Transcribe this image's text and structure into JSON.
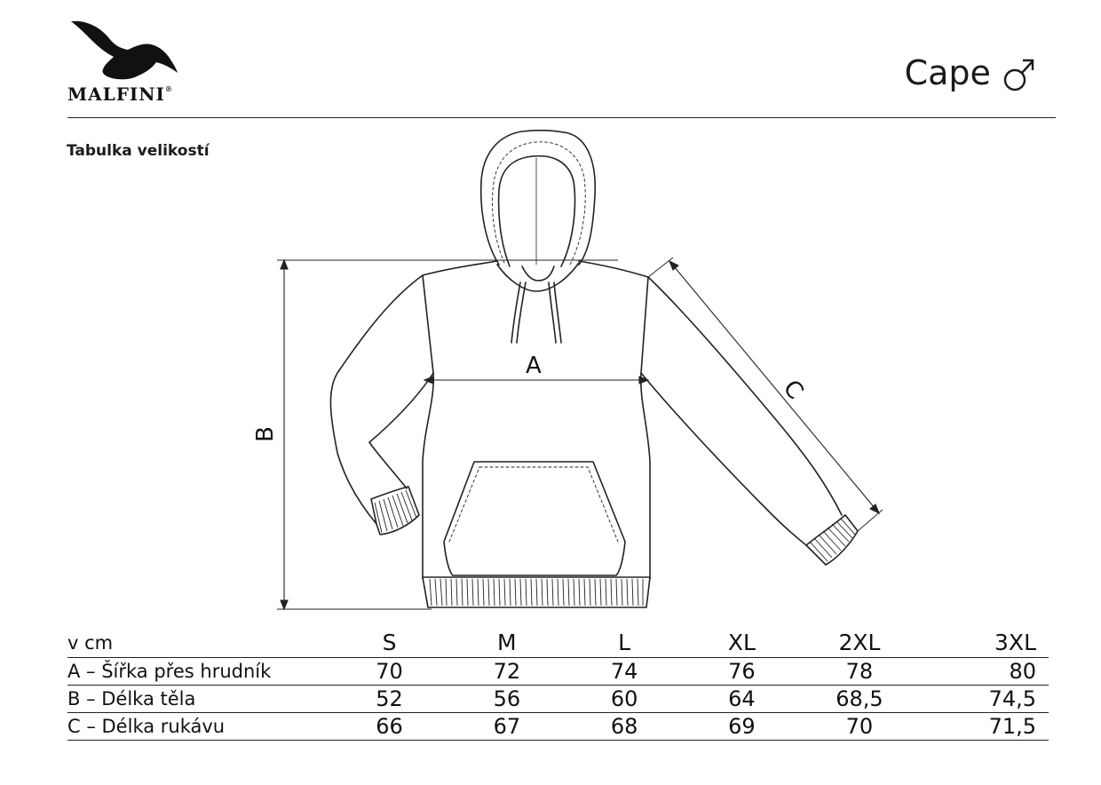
{
  "brand": {
    "name": "MALFINI",
    "registered": "®"
  },
  "product": {
    "name": "Cape",
    "gender_symbol": "♂"
  },
  "section_title": "Tabulka velikostí",
  "measure_labels": {
    "a": "A",
    "b": "B",
    "c": "C"
  },
  "table": {
    "unit_label": "v cm",
    "sizes": [
      "S",
      "M",
      "L",
      "XL",
      "2XL",
      "3XL"
    ],
    "rows": [
      {
        "label": "A – Šířka přes hrudník",
        "values": [
          "70",
          "72",
          "74",
          "76",
          "78",
          "80"
        ]
      },
      {
        "label": "B – Délka těla",
        "values": [
          "52",
          "56",
          "60",
          "64",
          "68,5",
          "74,5"
        ]
      },
      {
        "label": "C – Délka rukávu",
        "values": [
          "66",
          "67",
          "68",
          "69",
          "70",
          "71,5"
        ]
      }
    ]
  }
}
